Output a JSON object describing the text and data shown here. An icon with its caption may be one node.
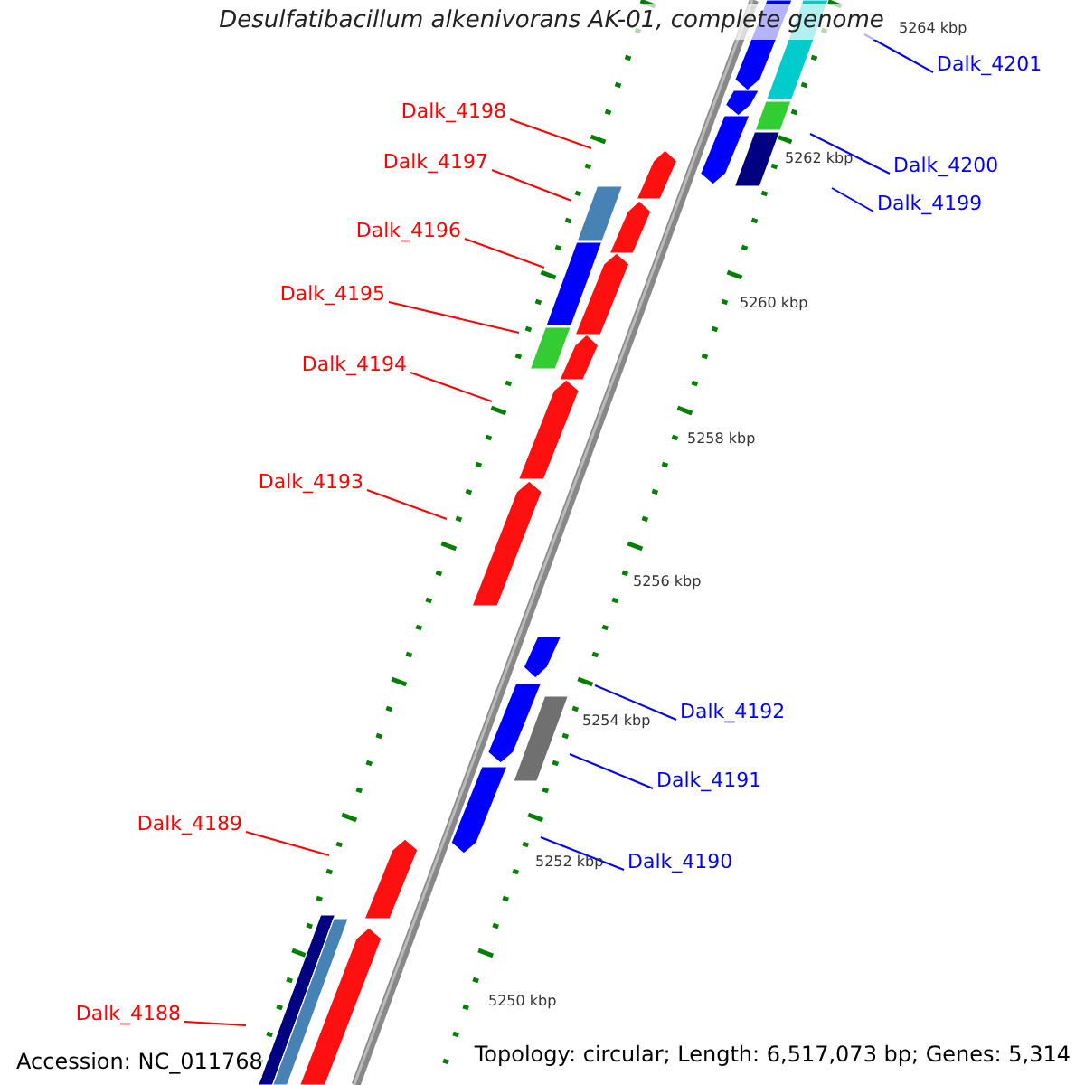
{
  "diagram": {
    "title": "Desulfatibacillum alkenivorans AK-01, complete genome",
    "nodes": [
      {
        "text": [
          "Dalk_4201"
        ]
      },
      {
        "text": [
          "Dalk_4198"
        ]
      },
      {
        "text": [
          "Dalk_4197"
        ]
      },
      {
        "text": [
          "Dalk_4200"
        ]
      },
      {
        "text": [
          "Dalk_4199"
        ]
      },
      {
        "text": [
          "Dalk_4196"
        ]
      },
      {
        "text": [
          "Dalk_4195"
        ]
      },
      {
        "text": [
          "Dalk_4194"
        ]
      },
      {
        "text": [
          "Dalk_4193"
        ]
      },
      {
        "text": [
          "Dalk_4192"
        ]
      },
      {
        "text": [
          "Dalk_4191"
        ]
      },
      {
        "text": [
          "Dalk_4189"
        ]
      },
      {
        "text": [
          "Dalk_4190"
        ]
      },
      {
        "text": [
          "Dalk_4188"
        ]
      }
    ],
    "edges": [
      {
        "from": 0,
        "to": null,
        "arrow": "none",
        "color": "#0000ff"
      },
      {
        "from": 1,
        "to": null,
        "arrow": "none"
      },
      {
        "from": 2,
        "to": null,
        "arrow": "none"
      },
      {
        "from": 3,
        "to": null,
        "arrow": "none",
        "color": "#0000ff"
      },
      {
        "from": 4,
        "to": null,
        "arrow": "none",
        "color": "#0000ff"
      },
      {
        "from": 5,
        "to": null,
        "arrow": "none"
      },
      {
        "from": 6,
        "to": null,
        "arrow": "none"
      },
      {
        "from": 7,
        "to": null,
        "arrow": "none"
      },
      {
        "from": 8,
        "to": null,
        "arrow": "none"
      },
      {
        "from": 9,
        "to": null,
        "arrow": "none",
        "color": "#0000ff"
      },
      {
        "from": 10,
        "to": null,
        "arrow": "none",
        "color": "#0000ff"
      },
      {
        "from": 11,
        "to": null,
        "arrow": "none"
      },
      {
        "from": 12,
        "to": null,
        "arrow": "none",
        "color": "#0000ff"
      },
      {
        "from": 13,
        "to": null,
        "arrow": "none"
      }
    ],
    "labels": [
      "5264 kbp",
      "5262 kbp",
      "5260 kbp",
      "5258 kbp",
      "5256 kbp",
      "5254 kbp",
      "5252 kbp",
      "5250 kbp",
      "Accession: NC_011768",
      "Topology: circular; Length: 6,517,073 bp; Genes: 5,314"
    ]
  }
}
